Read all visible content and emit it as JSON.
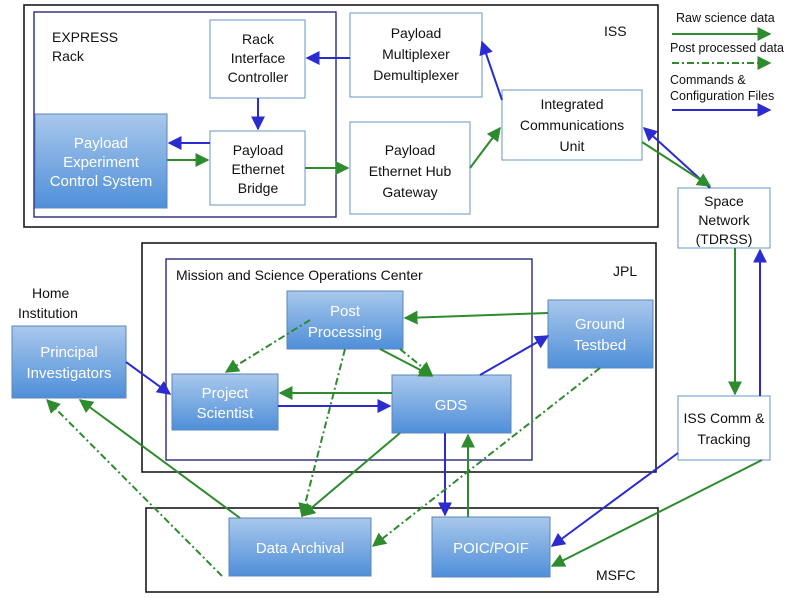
{
  "colors": {
    "raw": "#2e8b2e",
    "command": "#2b2bd0",
    "box_fill_top": "#a9c8ec",
    "box_fill_bottom": "#4f8fd9"
  },
  "legend": {
    "raw": "Raw science data",
    "post": "Post processed data",
    "commands_1": "Commands &",
    "commands_2": "Configuration Files"
  },
  "regions": {
    "express_rack_1": "EXPRESS",
    "express_rack_2": "Rack",
    "iss": "ISS",
    "jpl": "JPL",
    "msoc": "Mission and Science Operations Center",
    "msfc": "MSFC",
    "home_1": "Home",
    "home_2": "Institution"
  },
  "nodes": {
    "ric": [
      "Rack",
      "Interface",
      "Controller"
    ],
    "pmd": [
      "Payload",
      "Multiplexer",
      "Demultiplexer"
    ],
    "pecs": [
      "Payload",
      "Experiment",
      "Control System"
    ],
    "peb": [
      "Payload",
      "Ethernet",
      "Bridge"
    ],
    "pehg": [
      "Payload",
      "Ethernet Hub",
      "Gateway"
    ],
    "icu": [
      "Integrated",
      "Communications",
      "Unit"
    ],
    "sn": [
      "Space",
      "Network",
      "(TDRSS)"
    ],
    "pi": [
      "Principal",
      "Investigators"
    ],
    "ps": [
      "Project",
      "Scientist"
    ],
    "pp": [
      "Post",
      "Processing"
    ],
    "gds": [
      "GDS"
    ],
    "gt": [
      "Ground",
      "Testbed"
    ],
    "da": [
      "Data Archival"
    ],
    "poic": [
      "POIC/POIF"
    ],
    "isscomm": [
      "ISS Comm &",
      "Tracking"
    ]
  }
}
